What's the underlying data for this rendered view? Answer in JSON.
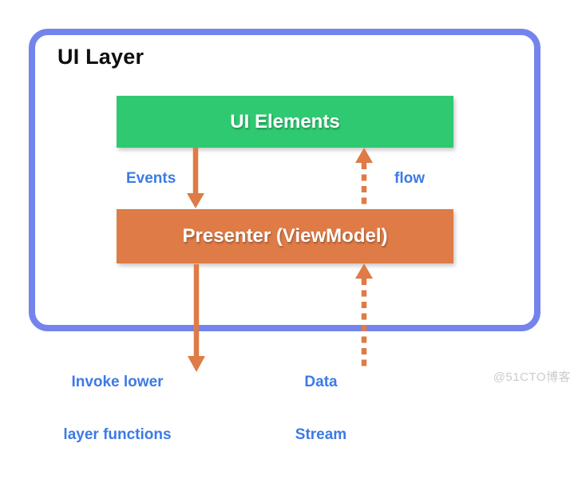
{
  "diagram": {
    "frame": {
      "title": "UI Layer"
    },
    "boxes": {
      "ui_elements": {
        "label": "UI Elements",
        "color": "#2FC972"
      },
      "presenter": {
        "label": "Presenter (ViewModel)",
        "color": "#DE7B46"
      }
    },
    "arrows": {
      "events": {
        "label": "Events",
        "style": "solid",
        "direction": "down",
        "from": "UI Elements",
        "to": "Presenter (ViewModel)"
      },
      "flow": {
        "label": "flow",
        "style": "dashed",
        "direction": "up",
        "from": "Presenter (ViewModel)",
        "to": "UI Elements"
      },
      "invoke": {
        "label_line1": "Invoke lower",
        "label_line2": "layer functions",
        "style": "solid",
        "direction": "down",
        "from": "Presenter (ViewModel)",
        "to": "lower layer"
      },
      "data_stream": {
        "label_line1": "Data",
        "label_line2": "Stream",
        "style": "dashed",
        "direction": "up",
        "from": "lower layer",
        "to": "Presenter (ViewModel)"
      }
    },
    "colors": {
      "frame_border": "#7484EC",
      "label_blue": "#3D7AE5",
      "arrow_orange": "#DE7B46",
      "box_green": "#2FC972",
      "box_orange": "#DE7B46",
      "watermark_gray": "#CBCBCB",
      "title_black": "#0E0E0E"
    },
    "watermark": "@51CTO博客"
  }
}
